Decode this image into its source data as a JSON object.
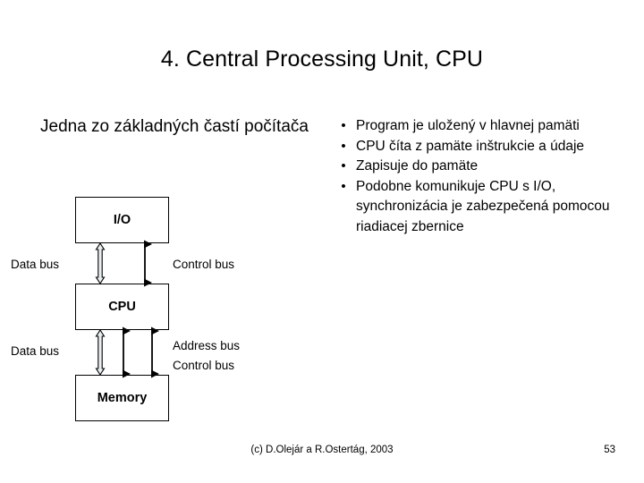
{
  "slide": {
    "title": "4. Central Processing Unit, CPU",
    "left_heading": "Jedna zo základných častí počítača",
    "bullets": [
      {
        "marker": "•",
        "text": "Program je uložený v hlavnej pamäti"
      },
      {
        "marker": "•",
        "text": "CPU číta z pamäte inštrukcie a údaje"
      },
      {
        "marker": "•",
        "text": "Zapisuje do pamäte"
      },
      {
        "marker": "•",
        "text": "Podobne komunikuje CPU s I/O, synchronizácia je zabezpečená pomocou riadiacej zbernice"
      }
    ]
  },
  "diagram": {
    "nodes": [
      {
        "id": "io",
        "label": "I/O"
      },
      {
        "id": "cpu",
        "label": "CPU"
      },
      {
        "id": "memory",
        "label": "Memory"
      }
    ],
    "bus_labels": {
      "data_bus_top": "Data bus",
      "control_bus_top": "Control bus",
      "data_bus_bottom": "Data bus",
      "address_bus": "Address bus",
      "control_bus_bottom": "Control bus"
    },
    "connectors": [
      {
        "name": "io-cpu-data-bus",
        "style": "hollow-double-arrow",
        "bus": "Data bus"
      },
      {
        "name": "io-cpu-control-bus",
        "style": "solid-double-arrow",
        "bus": "Control bus"
      },
      {
        "name": "cpu-memory-data-bus",
        "style": "hollow-double-arrow",
        "bus": "Data bus"
      },
      {
        "name": "cpu-memory-address-bus",
        "style": "solid-double-arrow",
        "bus": "Address bus"
      },
      {
        "name": "cpu-memory-control-bus",
        "style": "solid-double-arrow",
        "bus": "Control bus"
      }
    ]
  },
  "footer": {
    "credit": "(c) D.Olejár a R.Ostertág, 2003",
    "page_number": "53"
  },
  "colors": {
    "background": "#ffffff",
    "text": "#000000",
    "stroke": "#000000",
    "hollow_arrow_fill": "#e8eef0"
  }
}
